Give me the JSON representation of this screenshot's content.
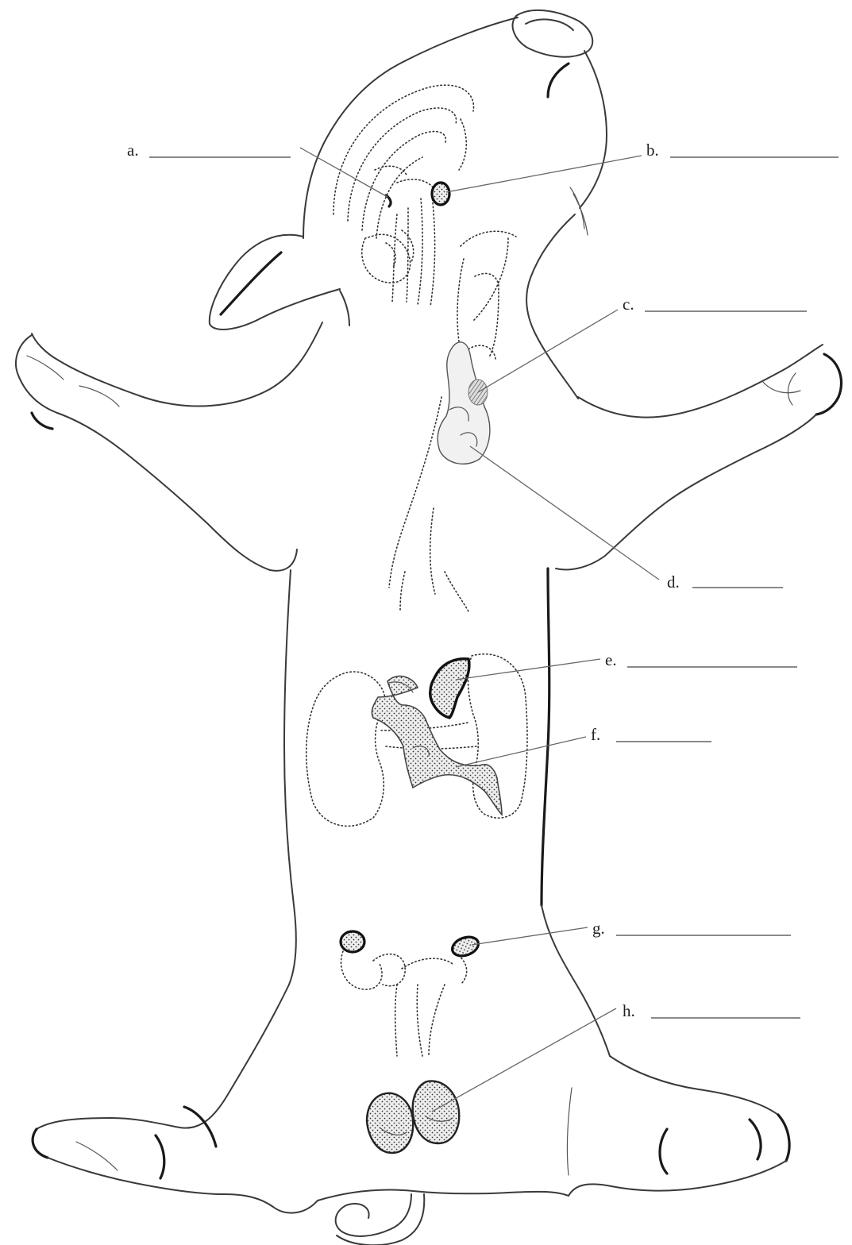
{
  "labels": {
    "a": "a.",
    "b": "b.",
    "c": "c.",
    "d": "d.",
    "e": "e.",
    "f": "f.",
    "g": "g.",
    "h": "h."
  },
  "colors": {
    "outline": "#3a3a3a",
    "gland_fill": "#e9e9e9",
    "leader": "#666666",
    "background": "#ffffff"
  }
}
